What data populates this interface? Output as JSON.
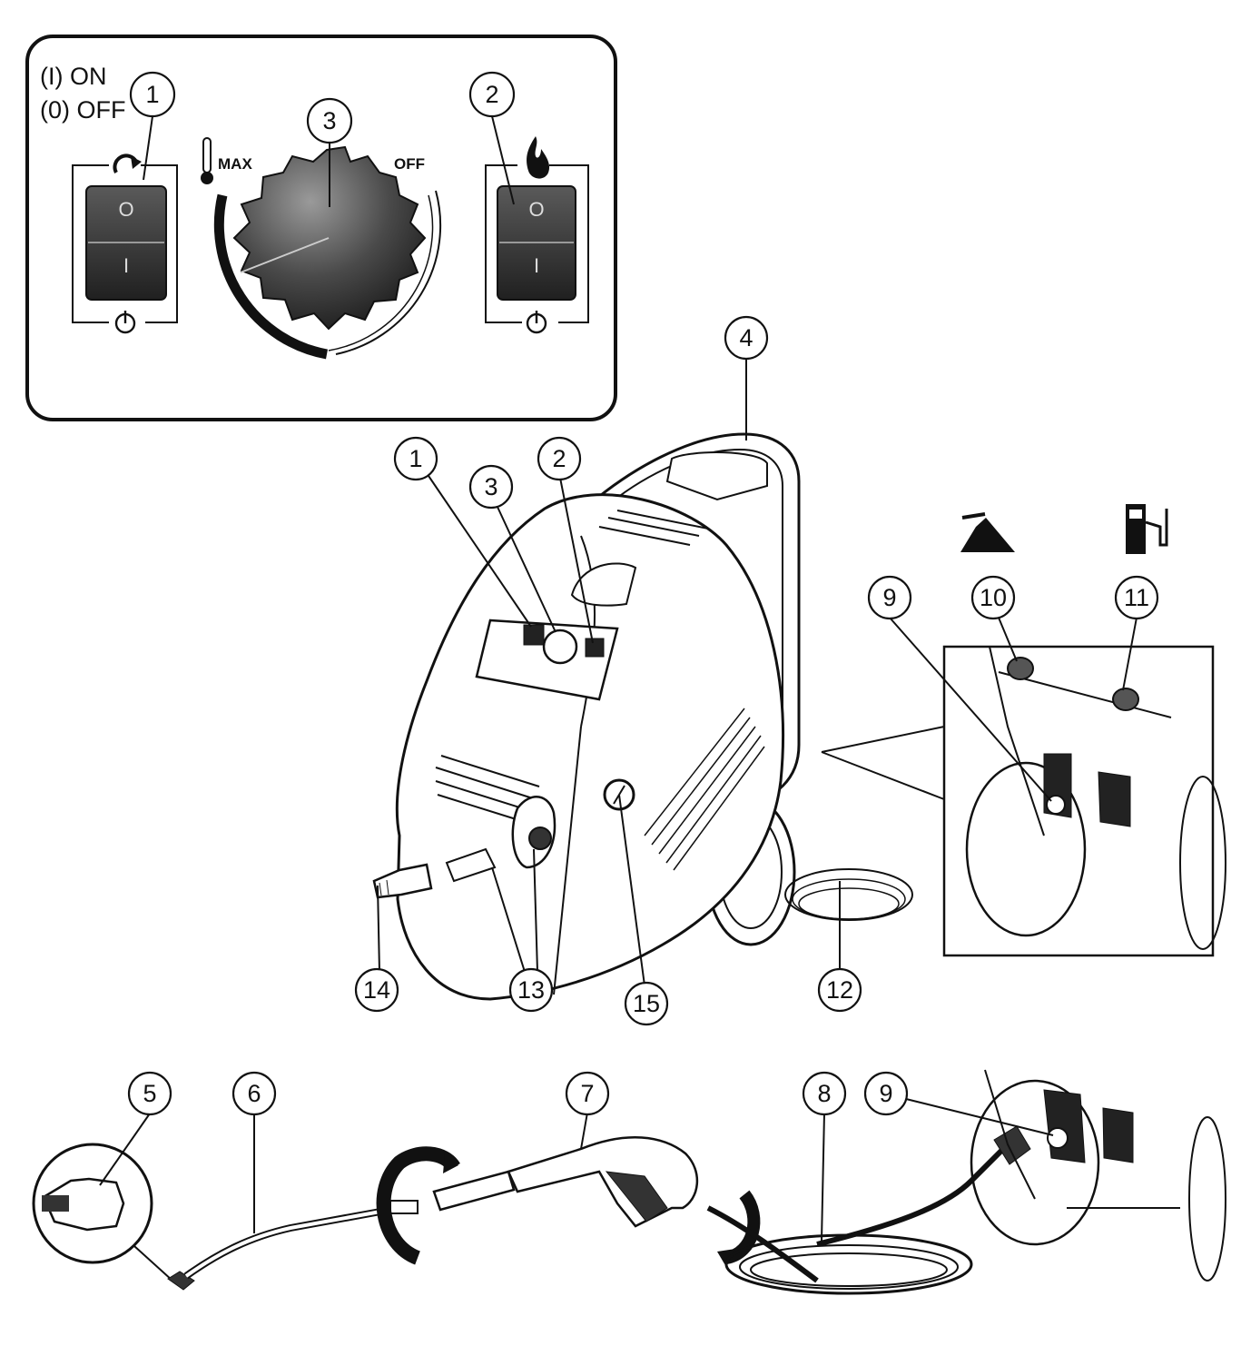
{
  "panel_legend": {
    "on": "(I)  ON",
    "off": "(0) OFF"
  },
  "dial_labels": {
    "max": "MAX",
    "off": "OFF"
  },
  "switch_glyphs": {
    "top": "O",
    "bottom": "I"
  },
  "icons": {
    "pump_switch": "rotation-arrow-icon",
    "burner_switch": "flame-icon",
    "thermometer": "thermometer-icon",
    "power": "power-standby-icon",
    "detergent": "detergent-tank-icon",
    "fuel": "fuel-pump-icon"
  },
  "callouts": {
    "panel_1": "1",
    "panel_2": "2",
    "panel_3": "3",
    "machine_1": "1",
    "machine_2": "2",
    "machine_3": "3",
    "machine_4": "4",
    "inset_9": "9",
    "inset_10": "10",
    "inset_11": "11",
    "machine_12": "12",
    "machine_13": "13",
    "machine_14": "14",
    "machine_15": "15",
    "acc_5": "5",
    "acc_6": "6",
    "acc_7": "7",
    "acc_8": "8",
    "acc_9": "9"
  }
}
